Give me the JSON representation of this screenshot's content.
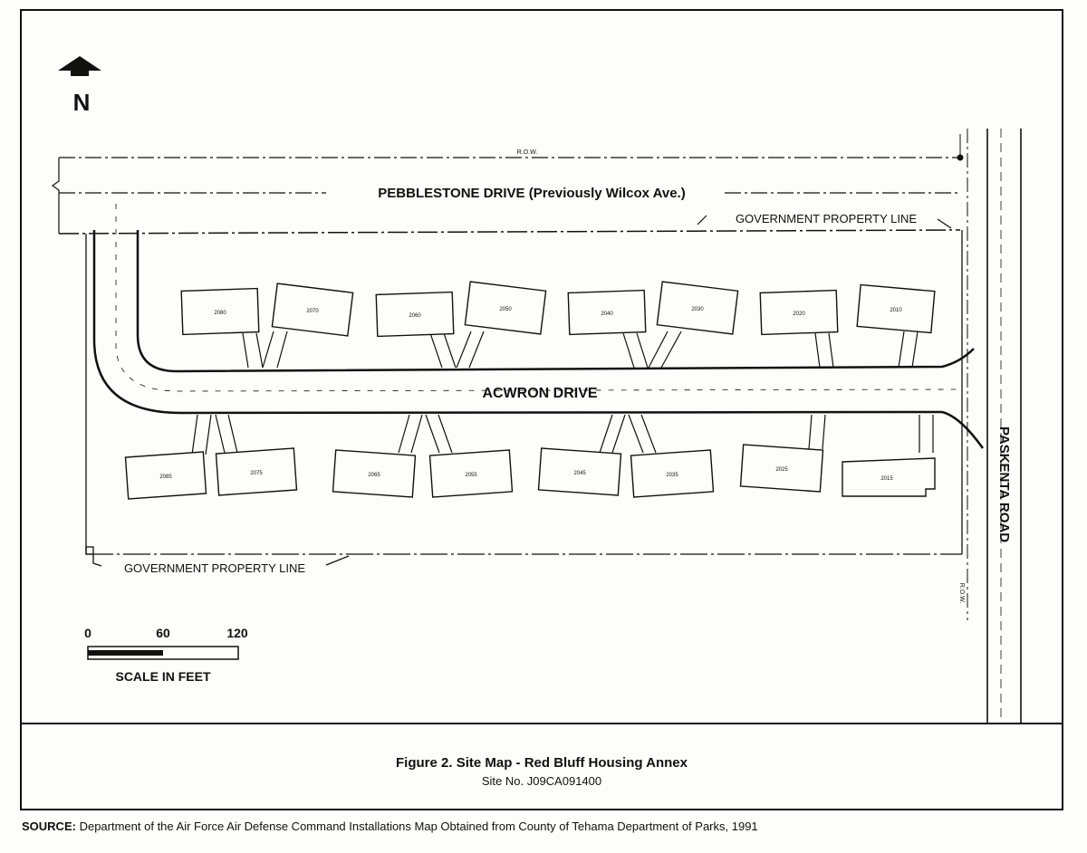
{
  "map": {
    "north_label": "N",
    "row_label": "R.O.W.",
    "row_label_2": "R.O.W.",
    "street_top": "PEBBLESTONE DRIVE  (Previously Wilcox Ave.)",
    "street_middle": "ACWRON DRIVE",
    "street_right": "PASKENTA ROAD",
    "property_line_top": "GOVERNMENT PROPERTY LINE",
    "property_line_bottom": "GOVERNMENT PROPERTY LINE",
    "houses_north": [
      "2080",
      "2070",
      "2060",
      "2050",
      "2040",
      "2030",
      "2020",
      "2010"
    ],
    "houses_south": [
      "2085",
      "2075",
      "2065",
      "2055",
      "2045",
      "2035",
      "2025",
      "2015"
    ]
  },
  "scale": {
    "ticks": [
      "0",
      "60",
      "120"
    ],
    "label": "SCALE IN FEET"
  },
  "caption": {
    "title": "Figure 2.  Site Map - Red Bluff Housing Annex",
    "subtitle": "Site No. J09CA091400"
  },
  "source": {
    "label": "SOURCE:",
    "text": "Department of the Air Force Air Defense Command Installations Map Obtained from County of Tehama Department of Parks, 1991"
  }
}
